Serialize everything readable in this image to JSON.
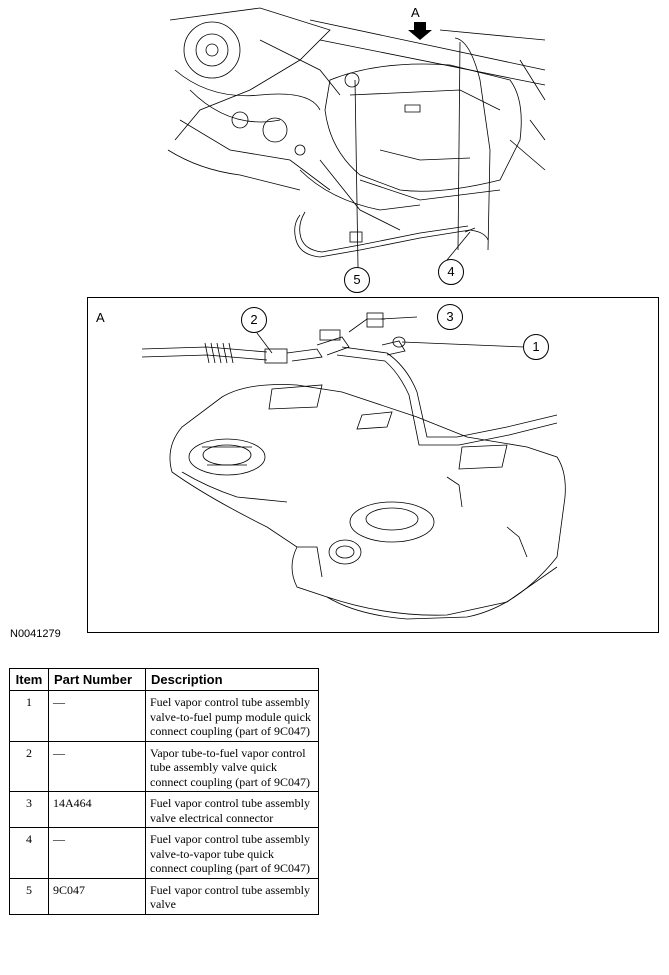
{
  "figure": {
    "view_label": "A",
    "detail_label": "A",
    "figure_code": "N0041279",
    "callouts": {
      "c1": "1",
      "c2": "2",
      "c3": "3",
      "c4": "4",
      "c5": "5"
    }
  },
  "table": {
    "headers": [
      "Item",
      "Part Number",
      "Description"
    ],
    "rows": [
      {
        "item": "1",
        "part": "—",
        "desc": "Fuel vapor control tube assembly valve-to-fuel pump module quick connect coupling (part of 9C047)"
      },
      {
        "item": "2",
        "part": "—",
        "desc": "Vapor tube-to-fuel vapor control tube assembly valve quick connect coupling (part of 9C047)"
      },
      {
        "item": "3",
        "part": "14A464",
        "desc": "Fuel vapor control tube assembly valve electrical connector"
      },
      {
        "item": "4",
        "part": "—",
        "desc": "Fuel vapor control tube assembly valve-to-vapor tube quick connect coupling (part of 9C047)"
      },
      {
        "item": "5",
        "part": "9C047",
        "desc": "Fuel vapor control tube assembly valve"
      }
    ]
  }
}
